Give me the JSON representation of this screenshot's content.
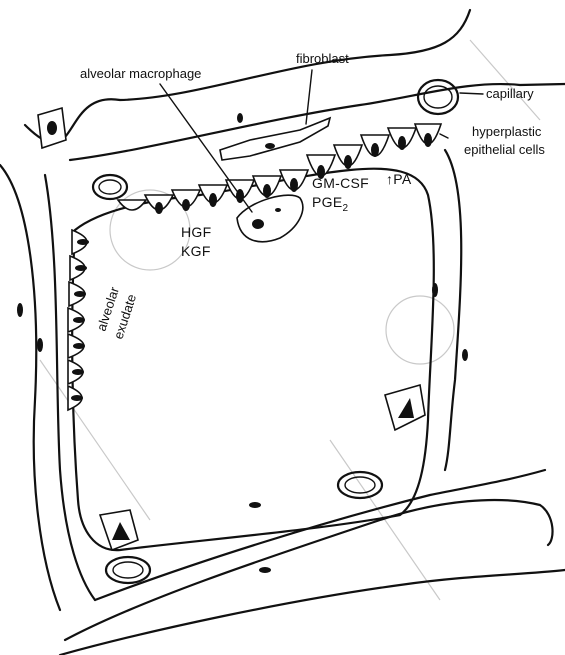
{
  "labels": {
    "alveolar_macrophage": "alveolar macrophage",
    "fibroblast": "fibroblast",
    "capillary": "capillary",
    "hyperplastic_line1": "hyperplastic",
    "hyperplastic_line2": "epithelial cells",
    "gm_csf": "GM-CSF",
    "pge2": "PGE",
    "pge2_sub": "2",
    "pa": "↑PA",
    "hgf": "HGF",
    "kgf": "KGF",
    "alveolar_exudate_line1": "alveolar",
    "alveolar_exudate_line2": "exudate"
  },
  "colors": {
    "ink": "#111111",
    "watermark": "#c9c9c9"
  }
}
